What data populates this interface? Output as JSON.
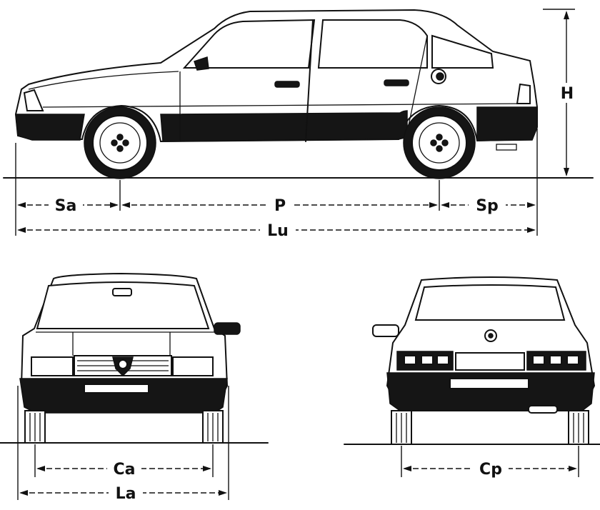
{
  "dimensions": {
    "front_overhang": "Sa",
    "wheelbase": "P",
    "rear_overhang": "Sp",
    "overall_length": "Lu",
    "height": "H",
    "front_track": "Ca",
    "overall_width": "La",
    "rear_track": "Cp"
  },
  "colors": {
    "ink": "#111111",
    "paper": "#ffffff"
  }
}
